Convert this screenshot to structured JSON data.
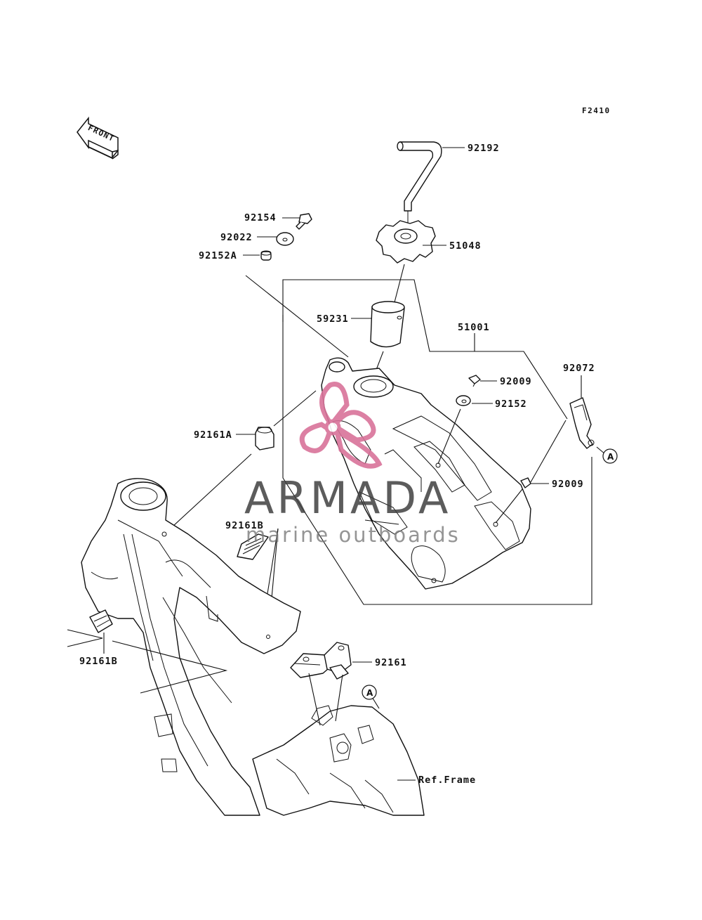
{
  "diagram_id": "F2410",
  "front_label": "FRONT",
  "ref_marker": "A",
  "parts": [
    {
      "id": "p92192",
      "label": "92192"
    },
    {
      "id": "p92154",
      "label": "92154"
    },
    {
      "id": "p92022",
      "label": "92022"
    },
    {
      "id": "p92152A",
      "label": "92152A"
    },
    {
      "id": "p51048",
      "label": "51048"
    },
    {
      "id": "p59231",
      "label": "59231"
    },
    {
      "id": "p51001",
      "label": "51001"
    },
    {
      "id": "p92072",
      "label": "92072"
    },
    {
      "id": "p92009a",
      "label": "92009"
    },
    {
      "id": "p92152",
      "label": "92152"
    },
    {
      "id": "p92161A",
      "label": "92161A"
    },
    {
      "id": "p92009b",
      "label": "92009"
    },
    {
      "id": "p92161B_top",
      "label": "92161B"
    },
    {
      "id": "p92161B_left",
      "label": "92161B"
    },
    {
      "id": "p92161",
      "label": "92161"
    },
    {
      "id": "pRefFrame",
      "label": "Ref.Frame"
    }
  ],
  "watermark": {
    "brand": "ARMADA",
    "tagline": "marine outboards",
    "logo_color": "#d9739a"
  }
}
